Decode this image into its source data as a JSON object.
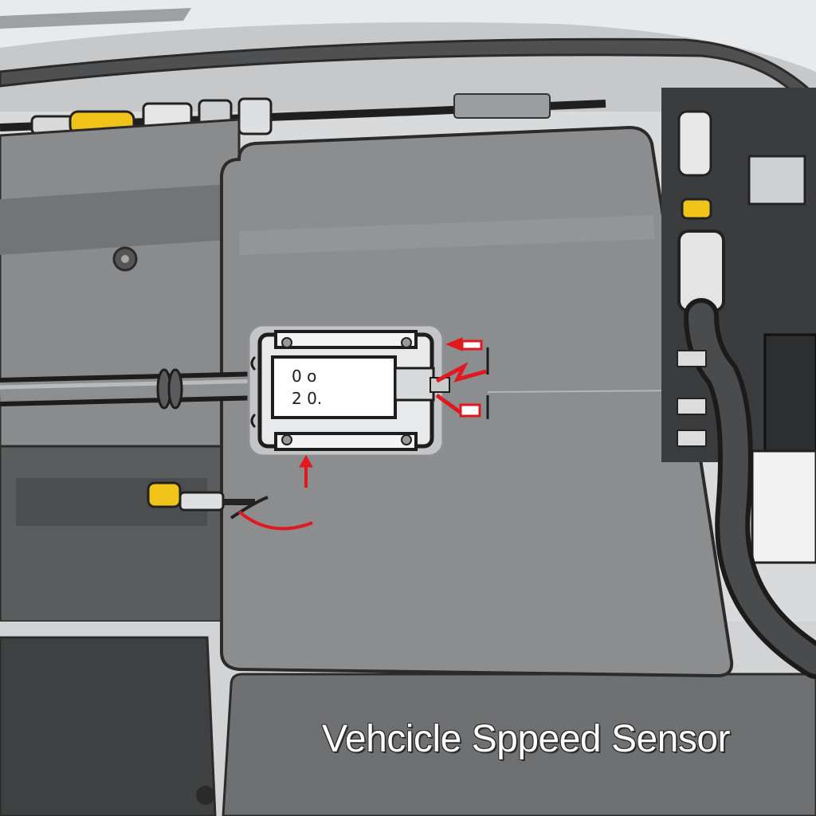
{
  "caption": "Vehcicle Sppeed Sensor",
  "sensor_label": {
    "line1": "0 o",
    "line2": "2 0."
  },
  "colors": {
    "arrow": "#e0191f",
    "connector": "#f0c31a",
    "panel": "#7b7c7e",
    "cover": "#8c8d8f",
    "hose": "#4a4b4d"
  },
  "icons": [
    "red-arrow-icon",
    "yellow-connector-icon",
    "hose-icon"
  ]
}
